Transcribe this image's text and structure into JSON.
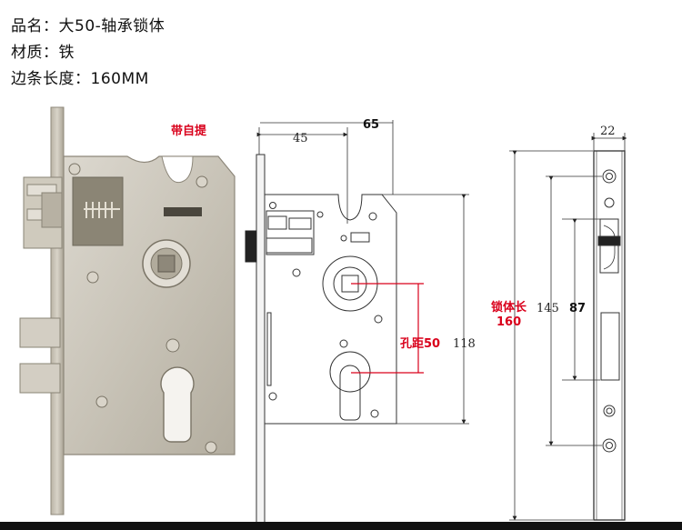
{
  "specs": {
    "name": "品名：大50-轴承锁体",
    "material": "材质：铁",
    "length": "边条长度：160MM"
  },
  "photo": {
    "feature_label": "带自提"
  },
  "side_view": {
    "dim_45": "45",
    "dim_65": "65",
    "dim_118": "118",
    "hole_spacing": "孔距50"
  },
  "faceplate": {
    "dim_22": "22",
    "dim_145": "145",
    "dim_87": "87",
    "body_length_label": "锁体长",
    "body_length_value": "160"
  },
  "colors": {
    "accent_red": "#d9001b",
    "metal": "#c9c4b8"
  }
}
